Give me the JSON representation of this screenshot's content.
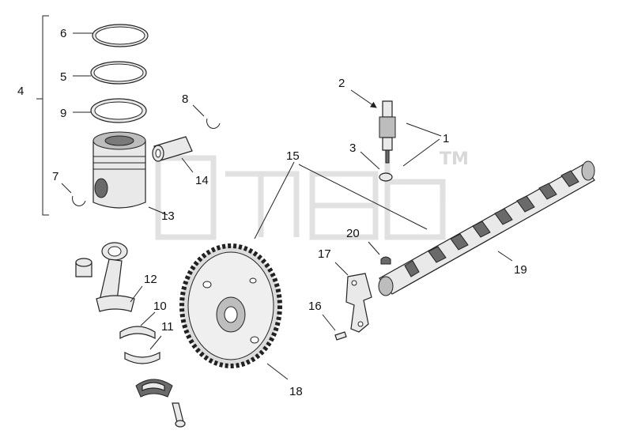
{
  "diagram": {
    "watermark_trademark": "TM",
    "callouts": {
      "c1": "1",
      "c2": "2",
      "c3": "3",
      "c4": "4",
      "c5": "5",
      "c6": "6",
      "c7": "7",
      "c8": "8",
      "c9": "9",
      "c10": "10",
      "c11": "11",
      "c12": "12",
      "c13": "13",
      "c14": "14",
      "c15": "15",
      "c16": "16",
      "c17": "17",
      "c18": "18",
      "c19": "19",
      "c20": "20"
    }
  }
}
